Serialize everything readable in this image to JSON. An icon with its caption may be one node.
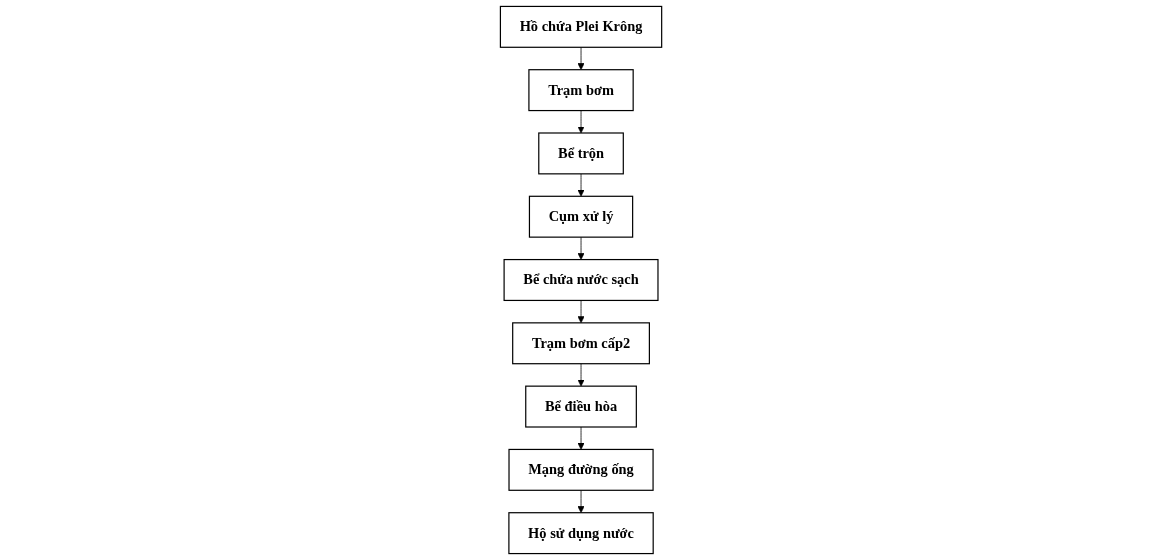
{
  "diagram": {
    "nodes": [
      {
        "text": [
          "Hồ chứa Plei Krông"
        ]
      },
      {
        "text": [
          "Trạm bơm"
        ]
      },
      {
        "text": [
          "Bể trộn"
        ]
      },
      {
        "text": [
          "Cụm xử lý"
        ]
      },
      {
        "text": [
          "Bể chứa nước sạch"
        ]
      },
      {
        "text": [
          "Trạm bơm cấp2"
        ]
      },
      {
        "text": [
          "Bể điều hòa"
        ]
      },
      {
        "text": [
          "Mạng đường ống"
        ]
      },
      {
        "text": [
          "Hộ sử dụng nước"
        ]
      }
    ],
    "edges": [
      {
        "from": 0,
        "to": 1,
        "arrow": "to"
      },
      {
        "from": 1,
        "to": 2,
        "arrow": "to"
      },
      {
        "from": 2,
        "to": 3,
        "arrow": "to"
      },
      {
        "from": 3,
        "to": 4,
        "arrow": "to"
      },
      {
        "from": 4,
        "to": 5,
        "arrow": "to"
      },
      {
        "from": 5,
        "to": 6,
        "arrow": "to"
      },
      {
        "from": 6,
        "to": 7,
        "arrow": "to"
      },
      {
        "from": 7,
        "to": 8,
        "arrow": "to"
      }
    ]
  }
}
